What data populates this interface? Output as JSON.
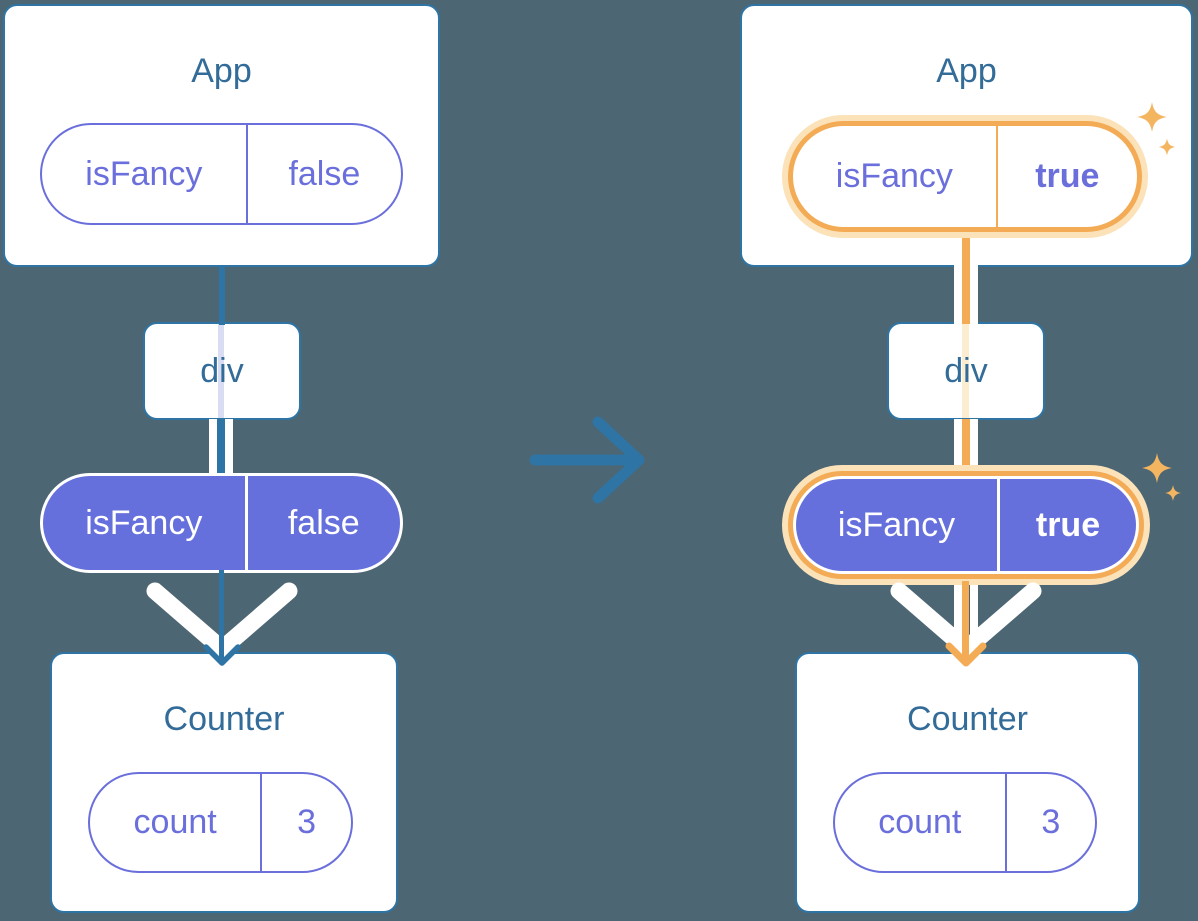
{
  "palette": {
    "bg": "#4D6673",
    "blue": "#2E74A4",
    "title": "#336C99",
    "purple": "#6A6FDB",
    "purpleFill": "#6670DC",
    "orange": "#F3AB55",
    "orangeHalo": "#FBE2B8",
    "cream": "#FCEDD0",
    "lavender": "#D9DDF3",
    "sparkle": "#F3B560",
    "white": "#FFFFFF"
  },
  "transition": {
    "arrow_icon": "right-arrow"
  },
  "trees": {
    "before": {
      "app": {
        "title": "App",
        "state_key": "isFancy",
        "state_value": "false"
      },
      "container_label": "div",
      "prop_key": "isFancy",
      "prop_value": "false",
      "counter_title": "Counter",
      "counter_key": "count",
      "counter_value": "3"
    },
    "after": {
      "app": {
        "title": "App",
        "state_key": "isFancy",
        "state_value": "true"
      },
      "container_label": "div",
      "prop_key": "isFancy",
      "prop_value": "true",
      "counter_title": "Counter",
      "counter_key": "count",
      "counter_value": "3"
    }
  }
}
